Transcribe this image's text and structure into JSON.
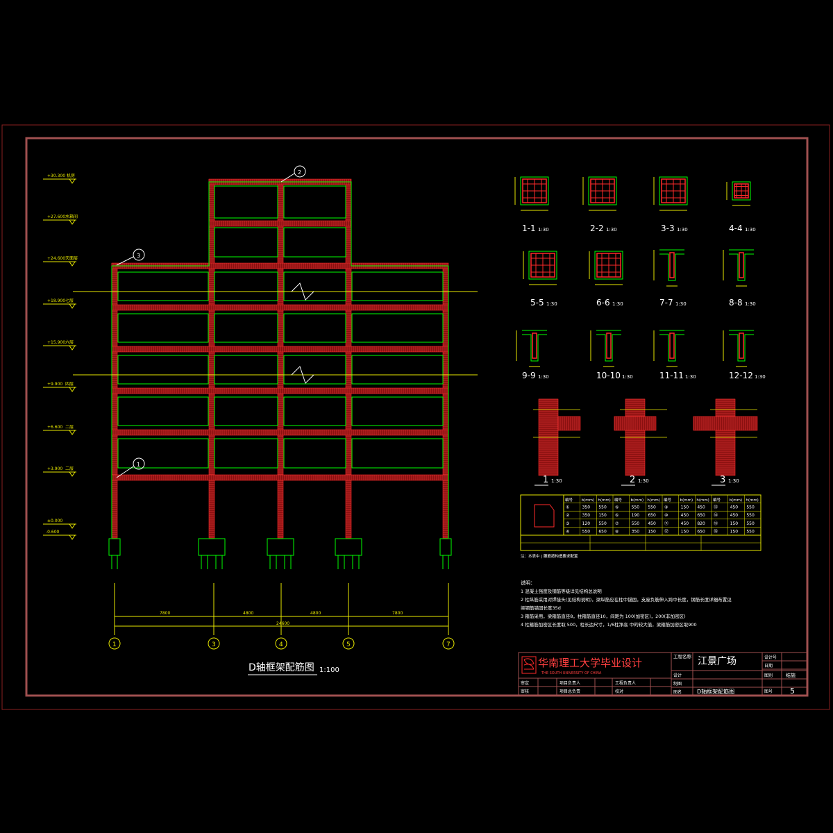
{
  "drawing": {
    "title": "D轴框架配筋图",
    "title_scale": "1:100"
  },
  "elevations": [
    {
      "value": "+30.300",
      "floor": "机房"
    },
    {
      "value": "+27.600",
      "floor": "水箱间"
    },
    {
      "value": "+24.600",
      "floor": "天面层"
    },
    {
      "value": "+18.900",
      "floor": "七层"
    },
    {
      "value": "+15.900",
      "floor": "六层"
    },
    {
      "value": "+9.900",
      "floor": "四层"
    },
    {
      "value": "+6.600",
      "floor": "二层"
    },
    {
      "value": "+3.900",
      "floor": "二层"
    },
    {
      "value": "±0.000",
      "floor": ""
    },
    {
      "value": "-0.600",
      "floor": ""
    }
  ],
  "axes": {
    "labels": [
      "1",
      "3",
      "4",
      "5",
      "7"
    ],
    "spans": [
      "7800",
      "4800",
      "4800",
      "7800"
    ],
    "total": "24600"
  },
  "sections": [
    {
      "label": "1-1",
      "scale": "1:30"
    },
    {
      "label": "2-2",
      "scale": "1:30"
    },
    {
      "label": "3-3",
      "scale": "1:30"
    },
    {
      "label": "4-4",
      "scale": "1:30"
    },
    {
      "label": "5-5",
      "scale": "1:30"
    },
    {
      "label": "6-6",
      "scale": "1:30"
    },
    {
      "label": "7-7",
      "scale": "1:30"
    },
    {
      "label": "8-8",
      "scale": "1:30"
    },
    {
      "label": "9-9",
      "scale": "1:30"
    },
    {
      "label": "10-10",
      "scale": "1:30"
    },
    {
      "label": "11-11",
      "scale": "1:30"
    },
    {
      "label": "12-12",
      "scale": "1:30"
    }
  ],
  "joints": [
    {
      "label": "1",
      "scale": "1:30"
    },
    {
      "label": "2",
      "scale": "1:30"
    },
    {
      "label": "3",
      "scale": "1:30"
    }
  ],
  "table": {
    "headers": [
      "编号",
      "b(mm)",
      "h(mm)",
      "编号",
      "b(mm)",
      "h(mm)",
      "编号",
      "b(mm)",
      "h(mm)",
      "编号",
      "b(mm)",
      "h(mm)"
    ],
    "rows": [
      [
        "①",
        "350",
        "550",
        "⑤",
        "550",
        "550",
        "⑨",
        "150",
        "450",
        "⑬",
        "450",
        "550"
      ],
      [
        "②",
        "350",
        "150",
        "⑥",
        "190",
        "650",
        "⑩",
        "450",
        "650",
        "⑭",
        "450",
        "550"
      ],
      [
        "③",
        "120",
        "550",
        "⑦",
        "550",
        "450",
        "⑪",
        "450",
        "820",
        "⑮",
        "150",
        "550"
      ],
      [
        "④",
        "550",
        "650",
        "⑧",
        "350",
        "150",
        "⑫",
        "150",
        "650",
        "⑯",
        "150",
        "550"
      ]
    ],
    "note": "注：本表中 | 腰筋按构造要求配置"
  },
  "notes": {
    "heading": "说明：",
    "items": [
      "1  混凝土强度及钢筋等级详见结构总说明",
      "2  柱纵筋采用对焊接头(见结构说明)，梁纵筋应在柱中锚固，支座负筋伸入跨中长度，钢筋长度详细布置见",
      "    梁钢筋锚固长度35d",
      "3  箍筋采用，梁箍筋直径8，柱箍筋直径10，间距为  100(加密区)，200(非加密区)",
      "4  柱箍筋加密区长度取 500，柱长边尺寸，1/6柱净高  中的较大值，梁箍筋加密区取900"
    ]
  },
  "title_block": {
    "university": "华南理工大学毕业设计",
    "university_en": "THE SOUTH UNIVERSITY OF CHINA",
    "project_label": "工程名称",
    "project": "江景广场",
    "design_no_label": "设计号",
    "date_label": "日期",
    "design_label": "设计",
    "draw_label": "制图",
    "drawing_name_label": "图名",
    "drawing_name": "D轴框架配筋图",
    "category_label": "图别",
    "category": "结施",
    "sheet_label": "图号",
    "sheet": "5",
    "review_label": "审定",
    "approve_label": "审核",
    "project_lead_label": "项目负责人",
    "project_review_label": "项目总负责",
    "engineer_label": "工程负责人",
    "check_label": "校对"
  },
  "colors": {
    "background": "#000000",
    "frame": "#a05050",
    "beam_outline": "#00ff00",
    "rebar": "#ff2a2a",
    "dimension": "#e8e800",
    "text": "#ffffff"
  }
}
